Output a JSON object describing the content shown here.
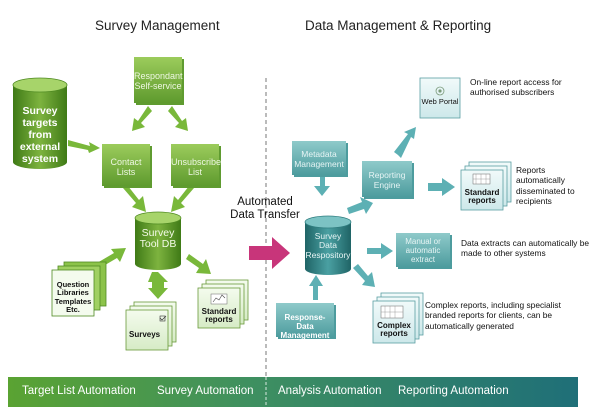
{
  "headers": {
    "survey_management": "Survey Management",
    "data_management": "Data Management & Reporting"
  },
  "survey_side": {
    "targets_db": "Survey targets from external system",
    "respondant_self_service": "Respondant Self-service",
    "contact_lists": "Contact Lists",
    "unsubscribe_list": "Unsubscribe List",
    "survey_tool_db": "Survey Tool DB",
    "question_libraries": "Question Libraries Templates Etc.",
    "surveys": "Surveys",
    "standard_reports": "Standard reports"
  },
  "transfer": {
    "label": "Automated Data Transfer"
  },
  "data_side": {
    "metadata_management": "Metadata Management",
    "survey_data_repository": "Survey Data Respository",
    "response_data_management": "Response-Data Management",
    "reporting_engine": "Reporting Engine",
    "web_portal": "Web Portal",
    "standard_reports": "Standard reports",
    "manual_extract": "Manual or automatic extract",
    "complex_reports": "Complex reports"
  },
  "descriptions": {
    "web_portal": "On-line report access for authorised subscribers",
    "standard_reports": "Reports automatically disseminated to recipients",
    "extract": "Data extracts can automatically be made to other systems",
    "complex_reports": "Complex reports, including specialist branded reports for clients, can be automatically generated"
  },
  "footer": {
    "items": [
      "Target List Automation",
      "Survey Automation",
      "Analysis Automation",
      "Reporting Automation"
    ]
  },
  "colors": {
    "green_dark": "#4f8a22",
    "green_light": "#8cc34a",
    "teal_dark": "#2f7d7f",
    "teal_light": "#6fb7b8",
    "transfer_arrow": "#c8357a"
  }
}
